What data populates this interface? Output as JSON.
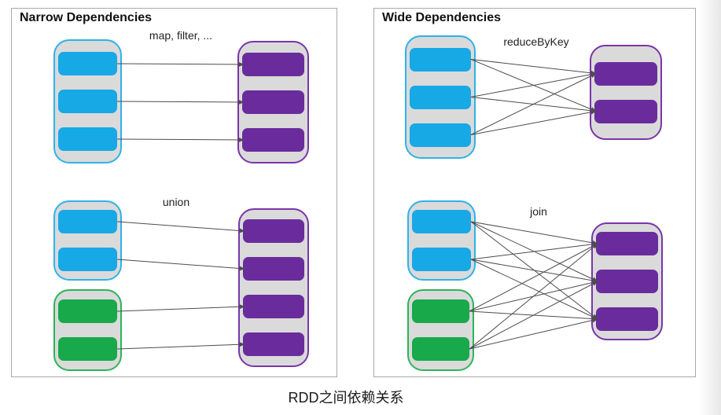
{
  "caption": "RDD之间依赖关系",
  "colors": {
    "container_fill": "#DADADA",
    "line": "#4D4D4D",
    "panel_border": "#A8A8A8",
    "blue_fill": "#17A8E6",
    "blue_border": "#2EB2E8",
    "purple_fill": "#6A2C9D",
    "purple_border": "#7A35A9",
    "green_fill": "#17A94A",
    "green_border": "#2CB45B"
  },
  "panels": [
    {
      "title": "Narrow Dependencies",
      "examples": [
        {
          "label": "map, filter, ...",
          "sources": [
            {
              "color": "blue",
              "partitions": 3
            }
          ],
          "target": {
            "color": "purple",
            "partitions": 3
          },
          "edges": [
            [
              0,
              0
            ],
            [
              1,
              1
            ],
            [
              2,
              2
            ]
          ]
        },
        {
          "label": "union",
          "sources": [
            {
              "color": "blue",
              "partitions": 2
            },
            {
              "color": "green",
              "partitions": 2
            }
          ],
          "target": {
            "color": "purple",
            "partitions": 4
          },
          "edges": [
            [
              0,
              0
            ],
            [
              1,
              1
            ],
            [
              2,
              2
            ],
            [
              3,
              3
            ]
          ]
        }
      ]
    },
    {
      "title": "Wide Dependencies",
      "examples": [
        {
          "label": "reduceByKey",
          "sources": [
            {
              "color": "blue",
              "partitions": 3
            }
          ],
          "target": {
            "color": "purple",
            "partitions": 2
          },
          "edges": [
            [
              0,
              0
            ],
            [
              0,
              1
            ],
            [
              1,
              0
            ],
            [
              1,
              1
            ],
            [
              2,
              0
            ],
            [
              2,
              1
            ]
          ]
        },
        {
          "label": "join",
          "sources": [
            {
              "color": "blue",
              "partitions": 2
            },
            {
              "color": "green",
              "partitions": 2
            }
          ],
          "target": {
            "color": "purple",
            "partitions": 3
          },
          "edges": [
            [
              0,
              0
            ],
            [
              0,
              1
            ],
            [
              0,
              2
            ],
            [
              1,
              0
            ],
            [
              1,
              1
            ],
            [
              1,
              2
            ],
            [
              2,
              0
            ],
            [
              2,
              1
            ],
            [
              2,
              2
            ],
            [
              3,
              0
            ],
            [
              3,
              1
            ],
            [
              3,
              2
            ]
          ]
        }
      ]
    }
  ]
}
